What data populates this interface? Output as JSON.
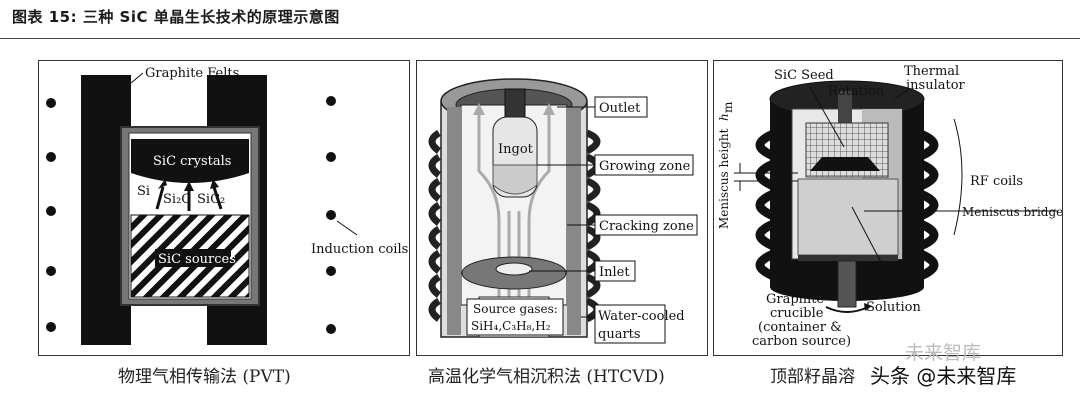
{
  "figure_title": "图表 15:  三种 SiC 单晶生长技术的原理示意图",
  "panels": {
    "pvt": {
      "caption": "物理气相传输法 (PVT)",
      "labels": {
        "graphite_felts": "Graphite Felts",
        "sic_crystals": "SiC crystals",
        "si": "Si",
        "si2c": "Si₂C",
        "sic2": "SiC₂",
        "sic_sources": "SiC sources",
        "induction_coils": "Induction coils"
      }
    },
    "htcvd": {
      "caption": "高温化学气相沉积法 (HTCVD)",
      "labels": {
        "outlet": "Outlet",
        "ingot": "Ingot",
        "growing_zone": "Growing zone",
        "cracking_zone": "Cracking zone",
        "inlet": "Inlet",
        "source_gases": "Source gases:",
        "source_gases_formula": "SiH₄,C₃H₈,H₂",
        "water_cooled": "Water-cooled",
        "quarts": "quarts"
      }
    },
    "tssg": {
      "caption": "顶部籽晶溶",
      "labels": {
        "sic_seed": "SiC Seed",
        "rotation": "Rotation",
        "thermal": "Thermal",
        "insulator": "insulator",
        "meniscus_height": "Meniscus height",
        "hm": "h",
        "hm_sub": "m",
        "rf_coils": "RF coils",
        "meniscus_bridge": "Meniscus bridge",
        "graphite": "Graphite",
        "crucible": "crucible",
        "container": "(container &",
        "carbon_source": "carbon source)",
        "solution": "Solution"
      }
    }
  },
  "watermark": {
    "text": "头条 @未来智库",
    "ghost": "未来智库"
  }
}
